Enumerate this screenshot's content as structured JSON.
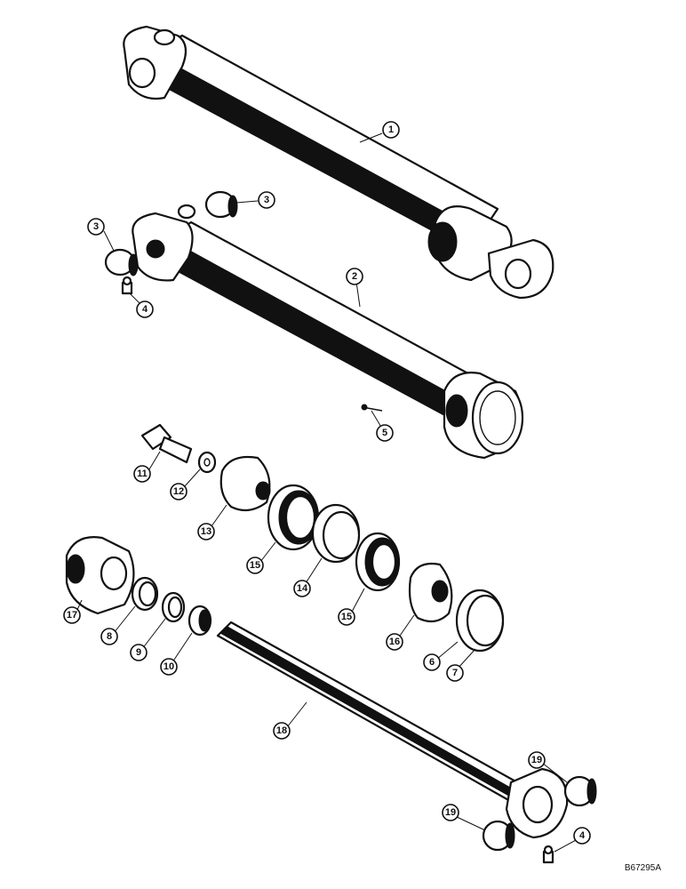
{
  "callouts": [
    {
      "id": "c1",
      "label": "1"
    },
    {
      "id": "c2",
      "label": "2"
    },
    {
      "id": "c3a",
      "label": "3"
    },
    {
      "id": "c3b",
      "label": "3"
    },
    {
      "id": "c4a",
      "label": "4"
    },
    {
      "id": "c5",
      "label": "5"
    },
    {
      "id": "c11",
      "label": "11"
    },
    {
      "id": "c12",
      "label": "12"
    },
    {
      "id": "c13",
      "label": "13"
    },
    {
      "id": "c15a",
      "label": "15"
    },
    {
      "id": "c14",
      "label": "14"
    },
    {
      "id": "c15b",
      "label": "15"
    },
    {
      "id": "c16",
      "label": "16"
    },
    {
      "id": "c6",
      "label": "6"
    },
    {
      "id": "c7",
      "label": "7"
    },
    {
      "id": "c17",
      "label": "17"
    },
    {
      "id": "c8",
      "label": "8"
    },
    {
      "id": "c9",
      "label": "9"
    },
    {
      "id": "c10",
      "label": "10"
    },
    {
      "id": "c18",
      "label": "18"
    },
    {
      "id": "c19a",
      "label": "19"
    },
    {
      "id": "c19b",
      "label": "19"
    },
    {
      "id": "c4b",
      "label": "4"
    }
  ],
  "figure_number": "B67295A"
}
